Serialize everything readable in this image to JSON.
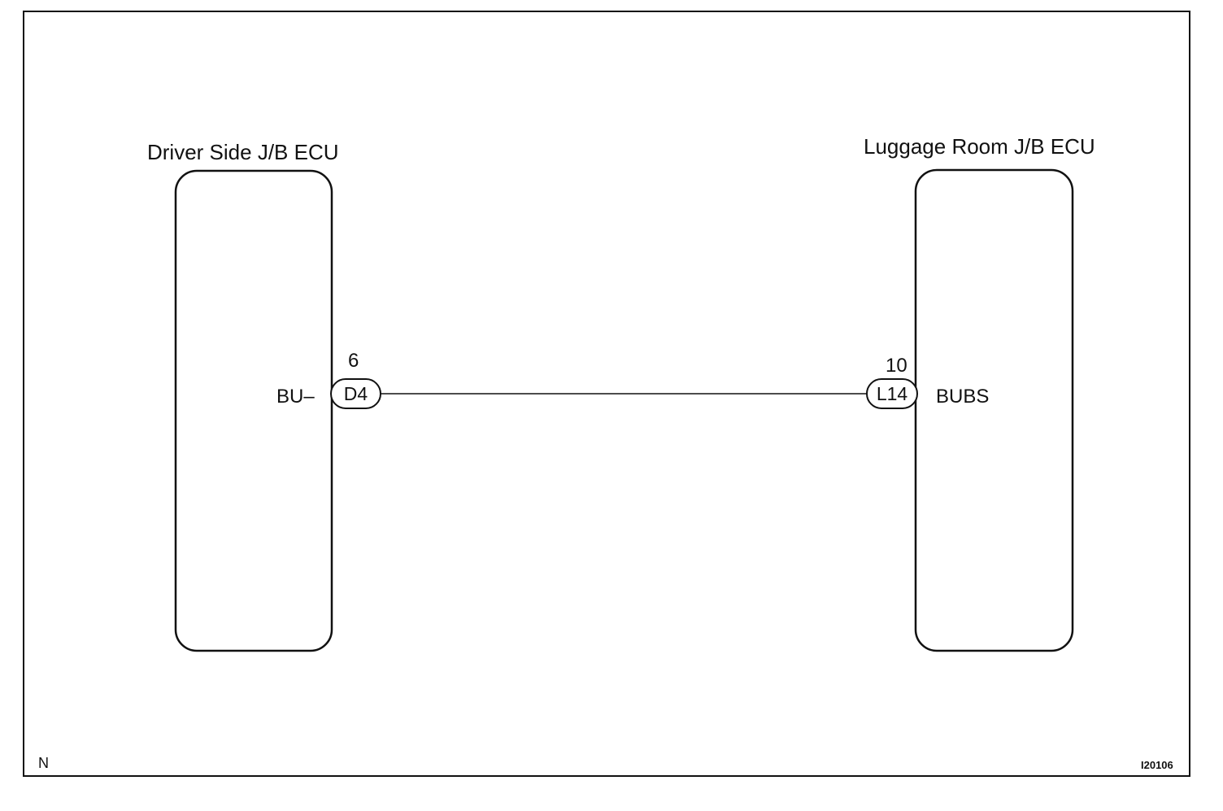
{
  "frame_label": "N",
  "figure_code": "I20106",
  "left_unit": {
    "title": "Driver Side J/B ECU",
    "terminal": "BU–",
    "pin_number": "6",
    "connector": "D4"
  },
  "right_unit": {
    "title": "Luggage Room J/B ECU",
    "terminal": "BUBS",
    "pin_number": "10",
    "connector": "L14"
  },
  "colors": {
    "line": "#111111",
    "background": "#ffffff"
  }
}
